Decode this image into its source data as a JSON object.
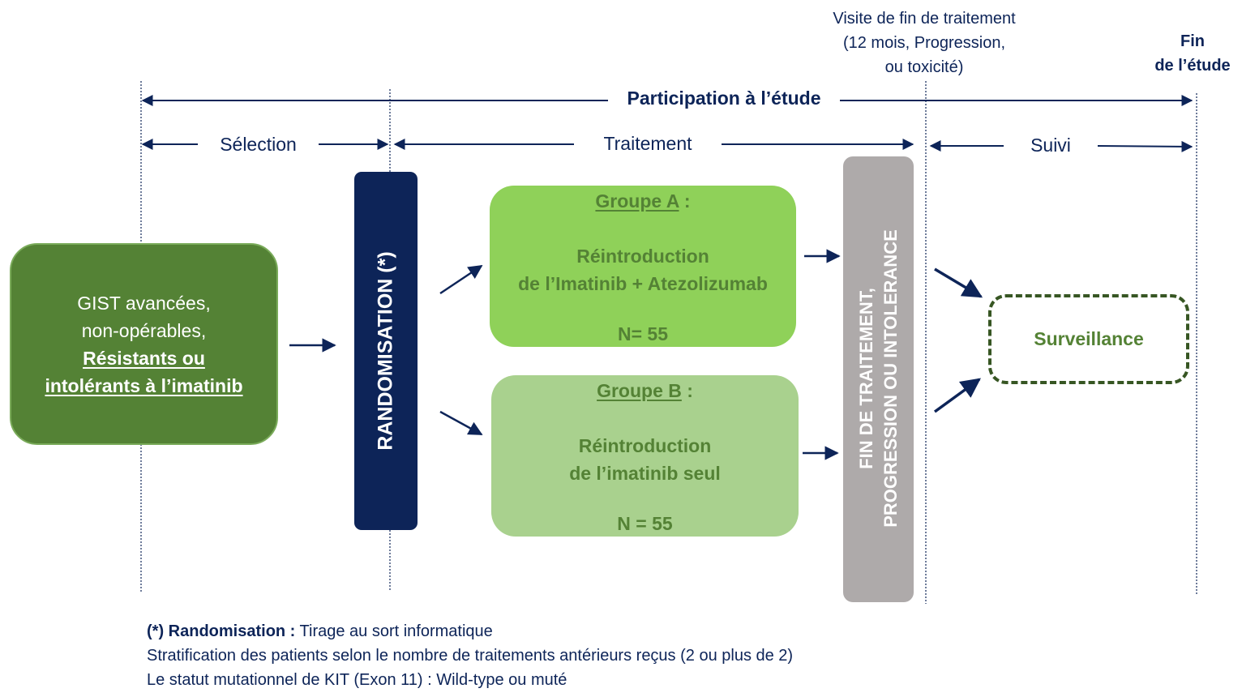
{
  "header": {
    "end_visit": [
      "Visite de fin de traitement",
      "(12 mois, Progression,",
      "ou toxicité)"
    ],
    "end_study": [
      "Fin",
      "de l’étude"
    ],
    "participation": "Participation à l’étude"
  },
  "phases": {
    "selection": "Sélection",
    "treatment": "Traitement",
    "followup": "Suivi"
  },
  "population": {
    "line1": "GIST avancées,",
    "line2": "non-opérables,",
    "line3": "Résistants ou",
    "line4": "intolérants à l’imatinib"
  },
  "randomisation": "RANDOMISATION (*)",
  "group_a": {
    "title": "Groupe A",
    "colon": " :",
    "line1": "Réintroduction",
    "line2": "de l’Imatinib + Atezolizumab",
    "n": "N= 55"
  },
  "group_b": {
    "title": "Groupe B",
    "colon": " :",
    "line1": "Réintroduction",
    "line2": "de l’imatinib seul",
    "n": "N = 55"
  },
  "end_treatment": {
    "line1": "FIN DE TRAITEMENT,",
    "line2": "PROGRESSION OU INTOLERANCE"
  },
  "surveillance": "Surveillance",
  "footnote": {
    "star": "(*)",
    "term": "Randomisation :",
    "def": " Tirage au sort informatique",
    "line2": "Stratification des patients selon le nombre de traitements antérieurs reçus (2 ou plus de 2)",
    "line3": "Le statut mutationnel de KIT (Exon 11) :  Wild-type ou muté"
  },
  "colors": {
    "navy": "#0d2458",
    "dark_green": "#548235",
    "light_green": "#8fd159",
    "pale_green": "#a9d18e",
    "grey": "#aeaaaa",
    "green_text": "#548235",
    "surveillance_border": "#375623"
  }
}
